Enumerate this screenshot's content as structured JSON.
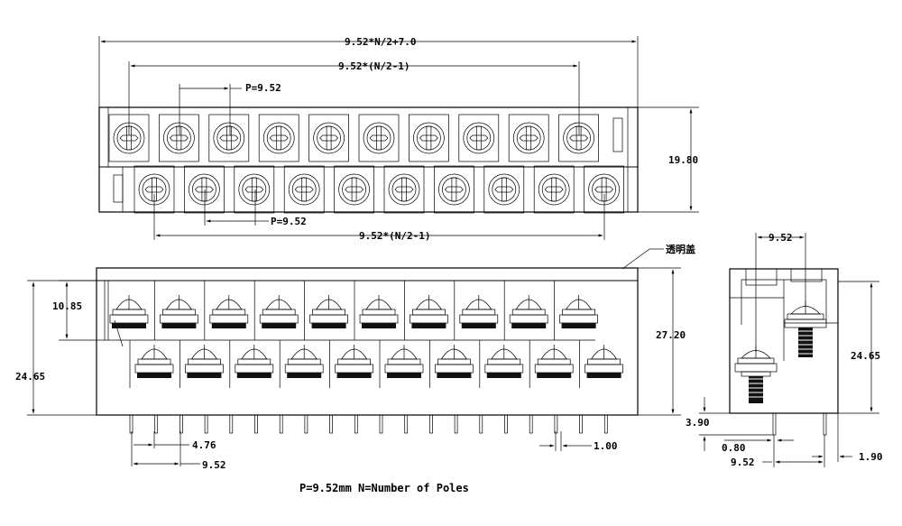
{
  "dimensions": {
    "overall_width": "9.52*N/2+7.0",
    "top_row_span": "9.52*(N/2-1)",
    "top_pitch": "P=9.52",
    "bottom_pitch": "P=9.52",
    "bottom_row_span": "9.52*(N/2-1)",
    "height_top_view": "19.80",
    "front_row_offset": "10.85",
    "front_total_height": "27.20",
    "front_body_height": "24.65",
    "pin_spacing_a": "4.76",
    "pin_spacing_b": "9.52",
    "pin_width": "1.00",
    "side_pitch": "9.52",
    "side_body_height": "24.65",
    "pin_length": "3.90",
    "pin_thickness": "0.80",
    "side_width": "9.52",
    "side_pin_offset": "1.90"
  },
  "labels": {
    "cover": "透明盖"
  },
  "footer": "P=9.52mm   N=Number of Poles",
  "counts": {
    "terminals_per_row": 10,
    "pins": 20
  }
}
